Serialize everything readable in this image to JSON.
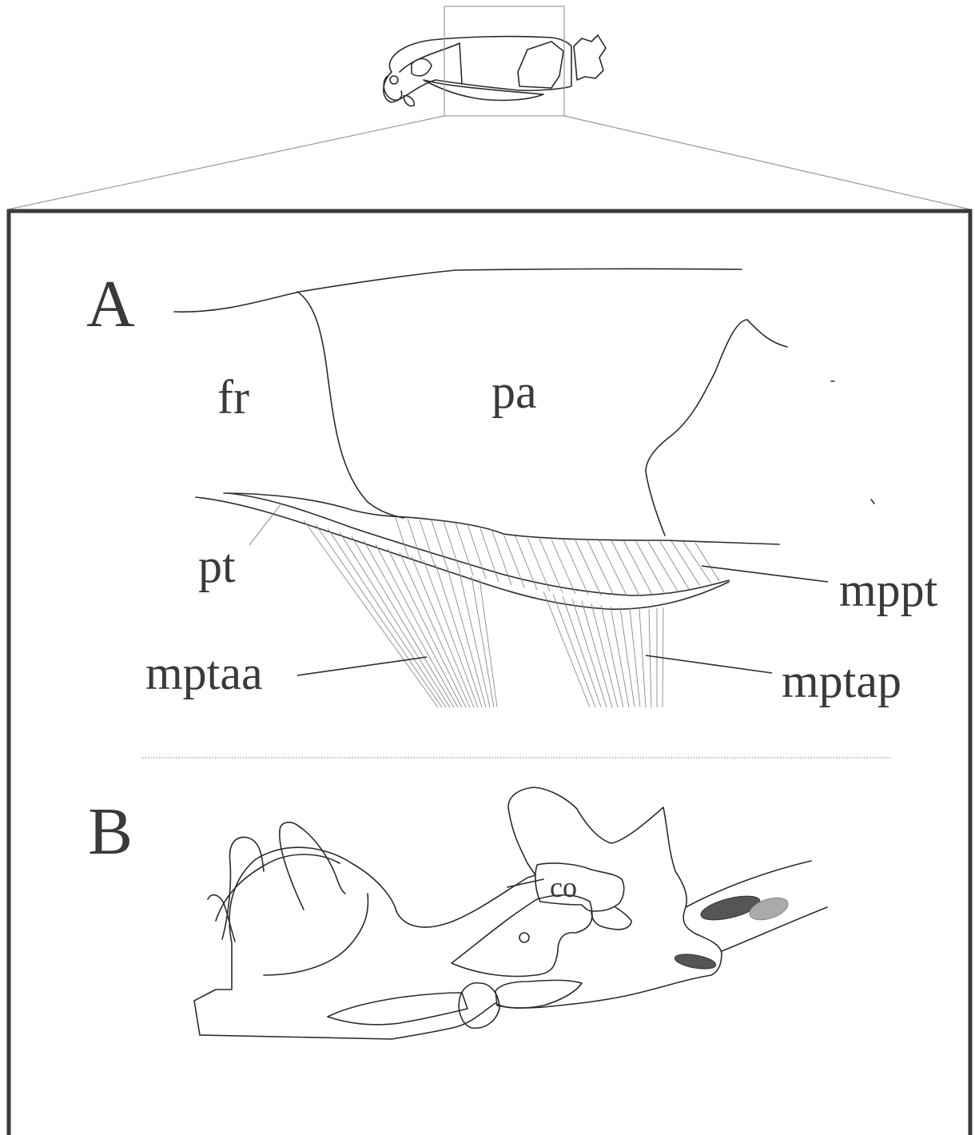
{
  "figure": {
    "panel_a": {
      "letter": "A",
      "labels": {
        "fr": "fr",
        "pa": "pa",
        "pt": "pt",
        "mppt": "mppt",
        "mptaa": "mptaa",
        "mptap": "mptap"
      }
    },
    "panel_b": {
      "letter": "B",
      "labels": {
        "co": "co"
      }
    },
    "colors": {
      "dark_ellipse": "#555555",
      "light_ellipse": "#aaaaaa",
      "frame": "#3a3a3a"
    }
  }
}
